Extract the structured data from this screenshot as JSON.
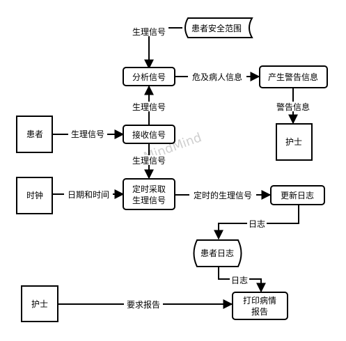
{
  "nodes": {
    "patient_safety_range": "患者安全范围",
    "analyze_signal": "分析信号",
    "generate_alert": "产生警告信息",
    "patient": "患者",
    "receive_signal": "接收信号",
    "nurse_top": "护士",
    "clock": "时钟",
    "timed_sampling": [
      "定时采取",
      "生理信号"
    ],
    "update_log": "更新日志",
    "patient_log": "患者日志",
    "nurse_bottom": "护士",
    "print_report": [
      "打印病情",
      "报告"
    ]
  },
  "edges": {
    "range_to_analyze": "生理信号",
    "analyze_to_alert": "危及病人信息",
    "receive_to_analyze": "生理信号",
    "alert_to_nurse": "警告信息",
    "patient_to_receive": "生理信号",
    "receive_to_sampling": "生理信号",
    "clock_to_sampling": "日期和时间",
    "sampling_to_update": "定时的生理信号",
    "update_to_log": "日志",
    "log_to_print": "日志",
    "nurse_to_print": "要求报告"
  },
  "watermark": "MindMind"
}
